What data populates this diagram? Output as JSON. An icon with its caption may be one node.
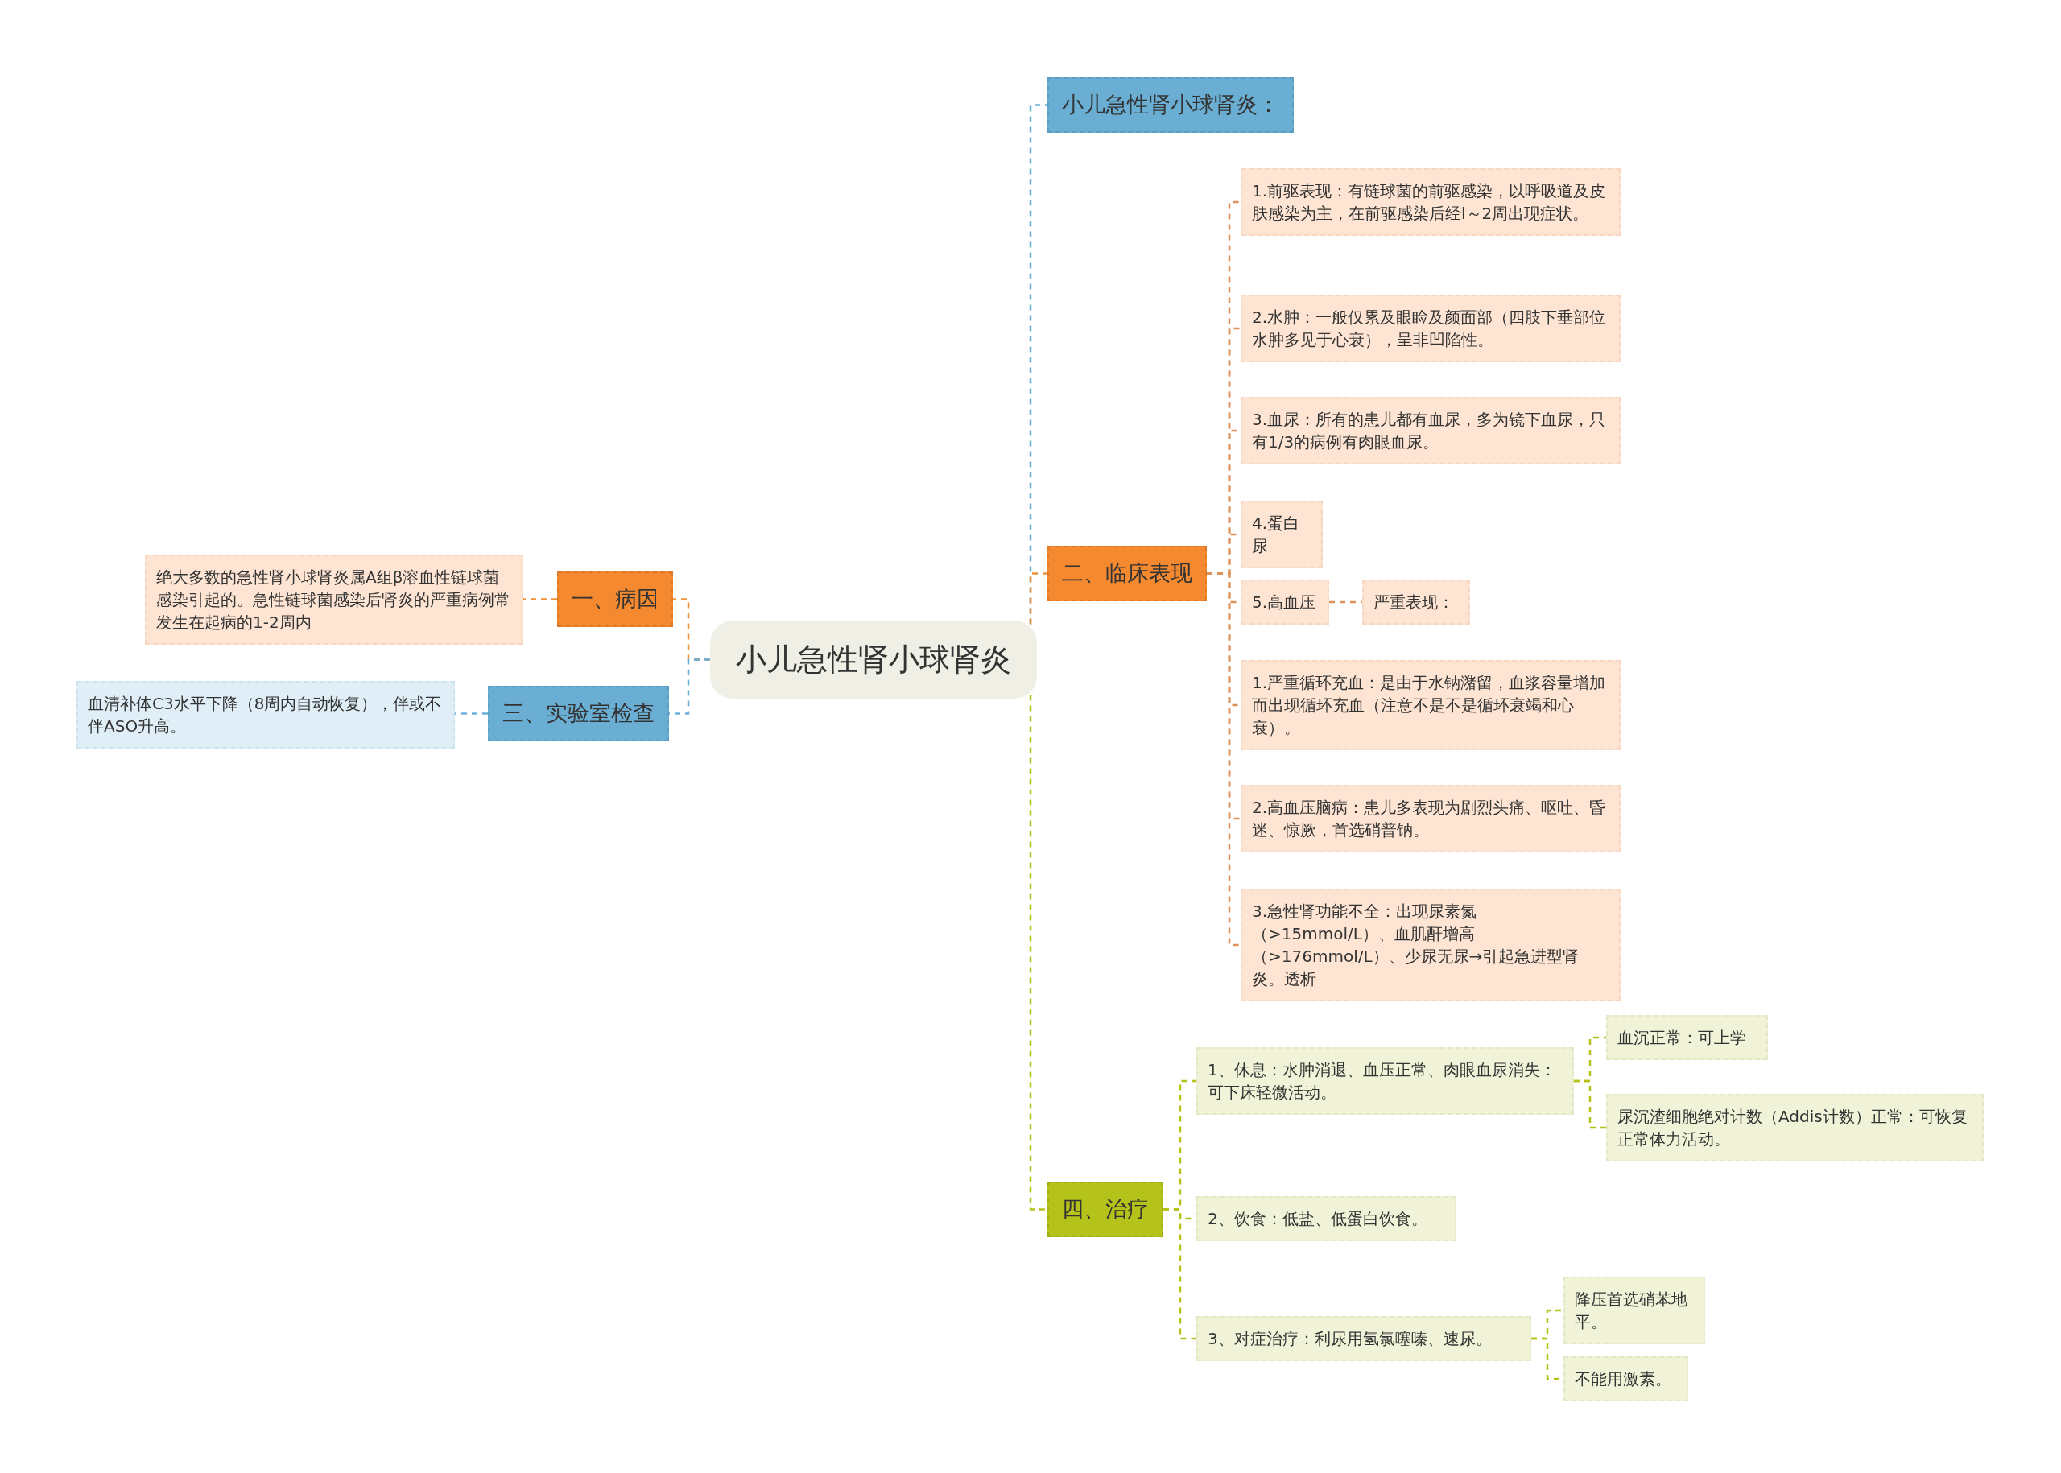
{
  "diagram": {
    "nodes": [
      {
        "text": [
          "小儿急性肾小球肾炎"
        ]
      },
      {
        "text": [
          "一、病因"
        ]
      },
      {
        "text": [
          "绝大多数的急性肾小球肾炎属A组β溶血性链球菌感染引起的。急性链球菌感染后肾炎的严重病例常发生在起病的1-2周内"
        ]
      },
      {
        "text": [
          "三、实验室检查"
        ]
      },
      {
        "text": [
          "血清补体C3水平下降（8周内自动恢复），伴或不伴ASO升高。"
        ]
      },
      {
        "text": [
          "小儿急性肾小球肾炎："
        ]
      },
      {
        "text": [
          "二、临床表现"
        ]
      },
      {
        "text": [
          "1.前驱表现：有链球菌的前驱感染，以呼吸道及皮肤感染为主，在前驱感染后经l～2周出现症状。"
        ]
      },
      {
        "text": [
          "2.水肿：一般仅累及眼睑及颜面部（四肢下垂部位水肿多见于心衰），呈非凹陷性。"
        ]
      },
      {
        "text": [
          "3.血尿：所有的患儿都有血尿，多为镜下血尿，只有1/3的病例有肉眼血尿。"
        ]
      },
      {
        "text": [
          "4.蛋白尿"
        ]
      },
      {
        "text": [
          "5.高血压"
        ]
      },
      {
        "text": [
          "严重表现："
        ]
      },
      {
        "text": [
          "1.严重循环充血：是由于水钠潴留，血浆容量增加而出现循环充血（注意不是不是循环衰竭和心衰）。"
        ]
      },
      {
        "text": [
          "2.高血压脑病：患儿多表现为剧烈头痛、呕吐、昏迷、惊厥，首选硝普钠。"
        ]
      },
      {
        "text": [
          "3.急性肾功能不全：出现尿素氮（>15mmol/L）、血肌酐增高（>176mmol/L）、少尿无尿→引起急进型肾炎。透析"
        ]
      },
      {
        "text": [
          "四、治疗"
        ]
      },
      {
        "text": [
          "1、休息：水肿消退、血压正常、肉眼血尿消失：可下床轻微活动。"
        ]
      },
      {
        "text": [
          "血沉正常：可上学"
        ]
      },
      {
        "text": [
          "尿沉渣细胞绝对计数（Addis计数）正常：可恢复正常体力活动。"
        ]
      },
      {
        "text": [
          "2、饮食：低盐、低蛋白饮食。"
        ]
      },
      {
        "text": [
          "3、对症治疗：利尿用氢氯噻嗪、速尿。"
        ]
      },
      {
        "text": [
          "降压首选硝苯地平。"
        ]
      },
      {
        "text": [
          "不能用激素。"
        ]
      }
    ],
    "edges": [
      {
        "from": 0,
        "to": 1,
        "arrow": "none",
        "style": "dashed",
        "color": "#f0923a"
      },
      {
        "from": 0,
        "to": 3,
        "arrow": "none",
        "style": "dashed",
        "color": "#6aafd3"
      },
      {
        "from": 0,
        "to": 5,
        "arrow": "none",
        "style": "dashed",
        "color": "#6aafd3"
      },
      {
        "from": 0,
        "to": 6,
        "arrow": "none",
        "style": "dashed",
        "color": "#f0923a"
      },
      {
        "from": 0,
        "to": 16,
        "arrow": "none",
        "style": "dashed",
        "color": "#b5c21a"
      },
      {
        "from": 1,
        "to": 2,
        "arrow": "none",
        "style": "dashed",
        "color": "#f0923a"
      },
      {
        "from": 3,
        "to": 4,
        "arrow": "none",
        "style": "dashed",
        "color": "#6aafd3"
      },
      {
        "from": 6,
        "to": 7,
        "arrow": "none",
        "style": "dashed",
        "color": "#e0915a"
      },
      {
        "from": 6,
        "to": 8,
        "arrow": "none",
        "style": "dashed",
        "color": "#e0915a"
      },
      {
        "from": 6,
        "to": 9,
        "arrow": "none",
        "style": "dashed",
        "color": "#e0915a"
      },
      {
        "from": 6,
        "to": 10,
        "arrow": "none",
        "style": "dashed",
        "color": "#e0915a"
      },
      {
        "from": 6,
        "to": 11,
        "arrow": "none",
        "style": "dashed",
        "color": "#e0915a"
      },
      {
        "from": 11,
        "to": 12,
        "arrow": "none",
        "style": "dashed",
        "color": "#e0915a"
      },
      {
        "from": 6,
        "to": 13,
        "arrow": "none",
        "style": "dashed",
        "color": "#e0915a"
      },
      {
        "from": 6,
        "to": 14,
        "arrow": "none",
        "style": "dashed",
        "color": "#e0915a"
      },
      {
        "from": 6,
        "to": 15,
        "arrow": "none",
        "style": "dashed",
        "color": "#e0915a"
      },
      {
        "from": 16,
        "to": 17,
        "arrow": "none",
        "style": "dashed",
        "color": "#b5c21a"
      },
      {
        "from": 16,
        "to": 20,
        "arrow": "none",
        "style": "dashed",
        "color": "#b5c21a"
      },
      {
        "from": 16,
        "to": 21,
        "arrow": "none",
        "style": "dashed",
        "color": "#b5c21a"
      },
      {
        "from": 17,
        "to": 18,
        "arrow": "none",
        "style": "dashed",
        "color": "#b5c21a"
      },
      {
        "from": 17,
        "to": 19,
        "arrow": "none",
        "style": "dashed",
        "color": "#b5c21a"
      },
      {
        "from": 21,
        "to": 22,
        "arrow": "none",
        "style": "dashed",
        "color": "#b5c21a"
      },
      {
        "from": 21,
        "to": 23,
        "arrow": "none",
        "style": "dashed",
        "color": "#b5c21a"
      }
    ]
  }
}
